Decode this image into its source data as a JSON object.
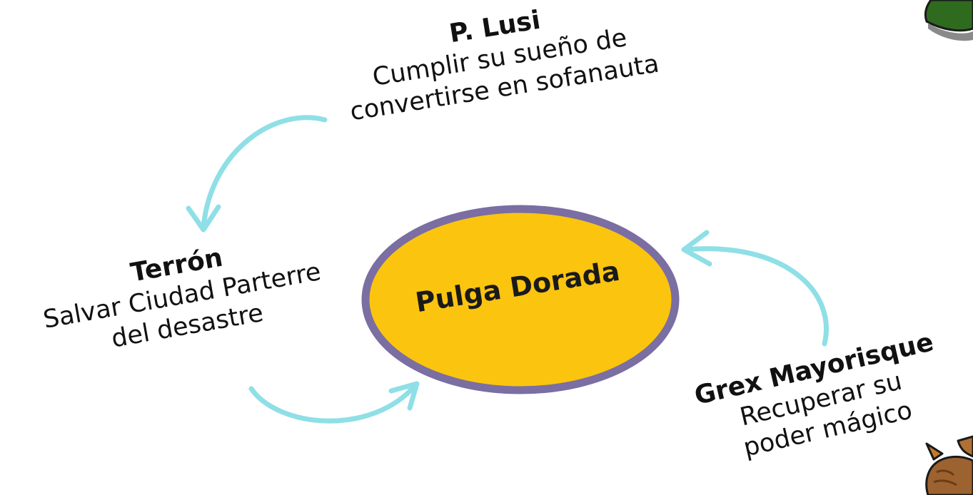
{
  "center": {
    "label": "Pulga Dorada",
    "fill_color": "#FBC40F",
    "border_color": "#7A6EA2"
  },
  "arrow_color": "#8FDFE6",
  "nodes": {
    "lusi": {
      "name": "P. Lusi",
      "goal_line1": "Cumplir su sueño de",
      "goal_line2": "convertirse en sofanauta"
    },
    "terron": {
      "name": "Terrón",
      "goal_line1": "Salvar Ciudad Parterre",
      "goal_line2": "del desastre"
    },
    "grex": {
      "name": "Grex Mayorisque",
      "goal_line1": "Recuperar su",
      "goal_line2": "poder mágico"
    }
  },
  "decorations": {
    "top_right": "green-hat-icon",
    "bottom_right": "brown-character-icon"
  }
}
